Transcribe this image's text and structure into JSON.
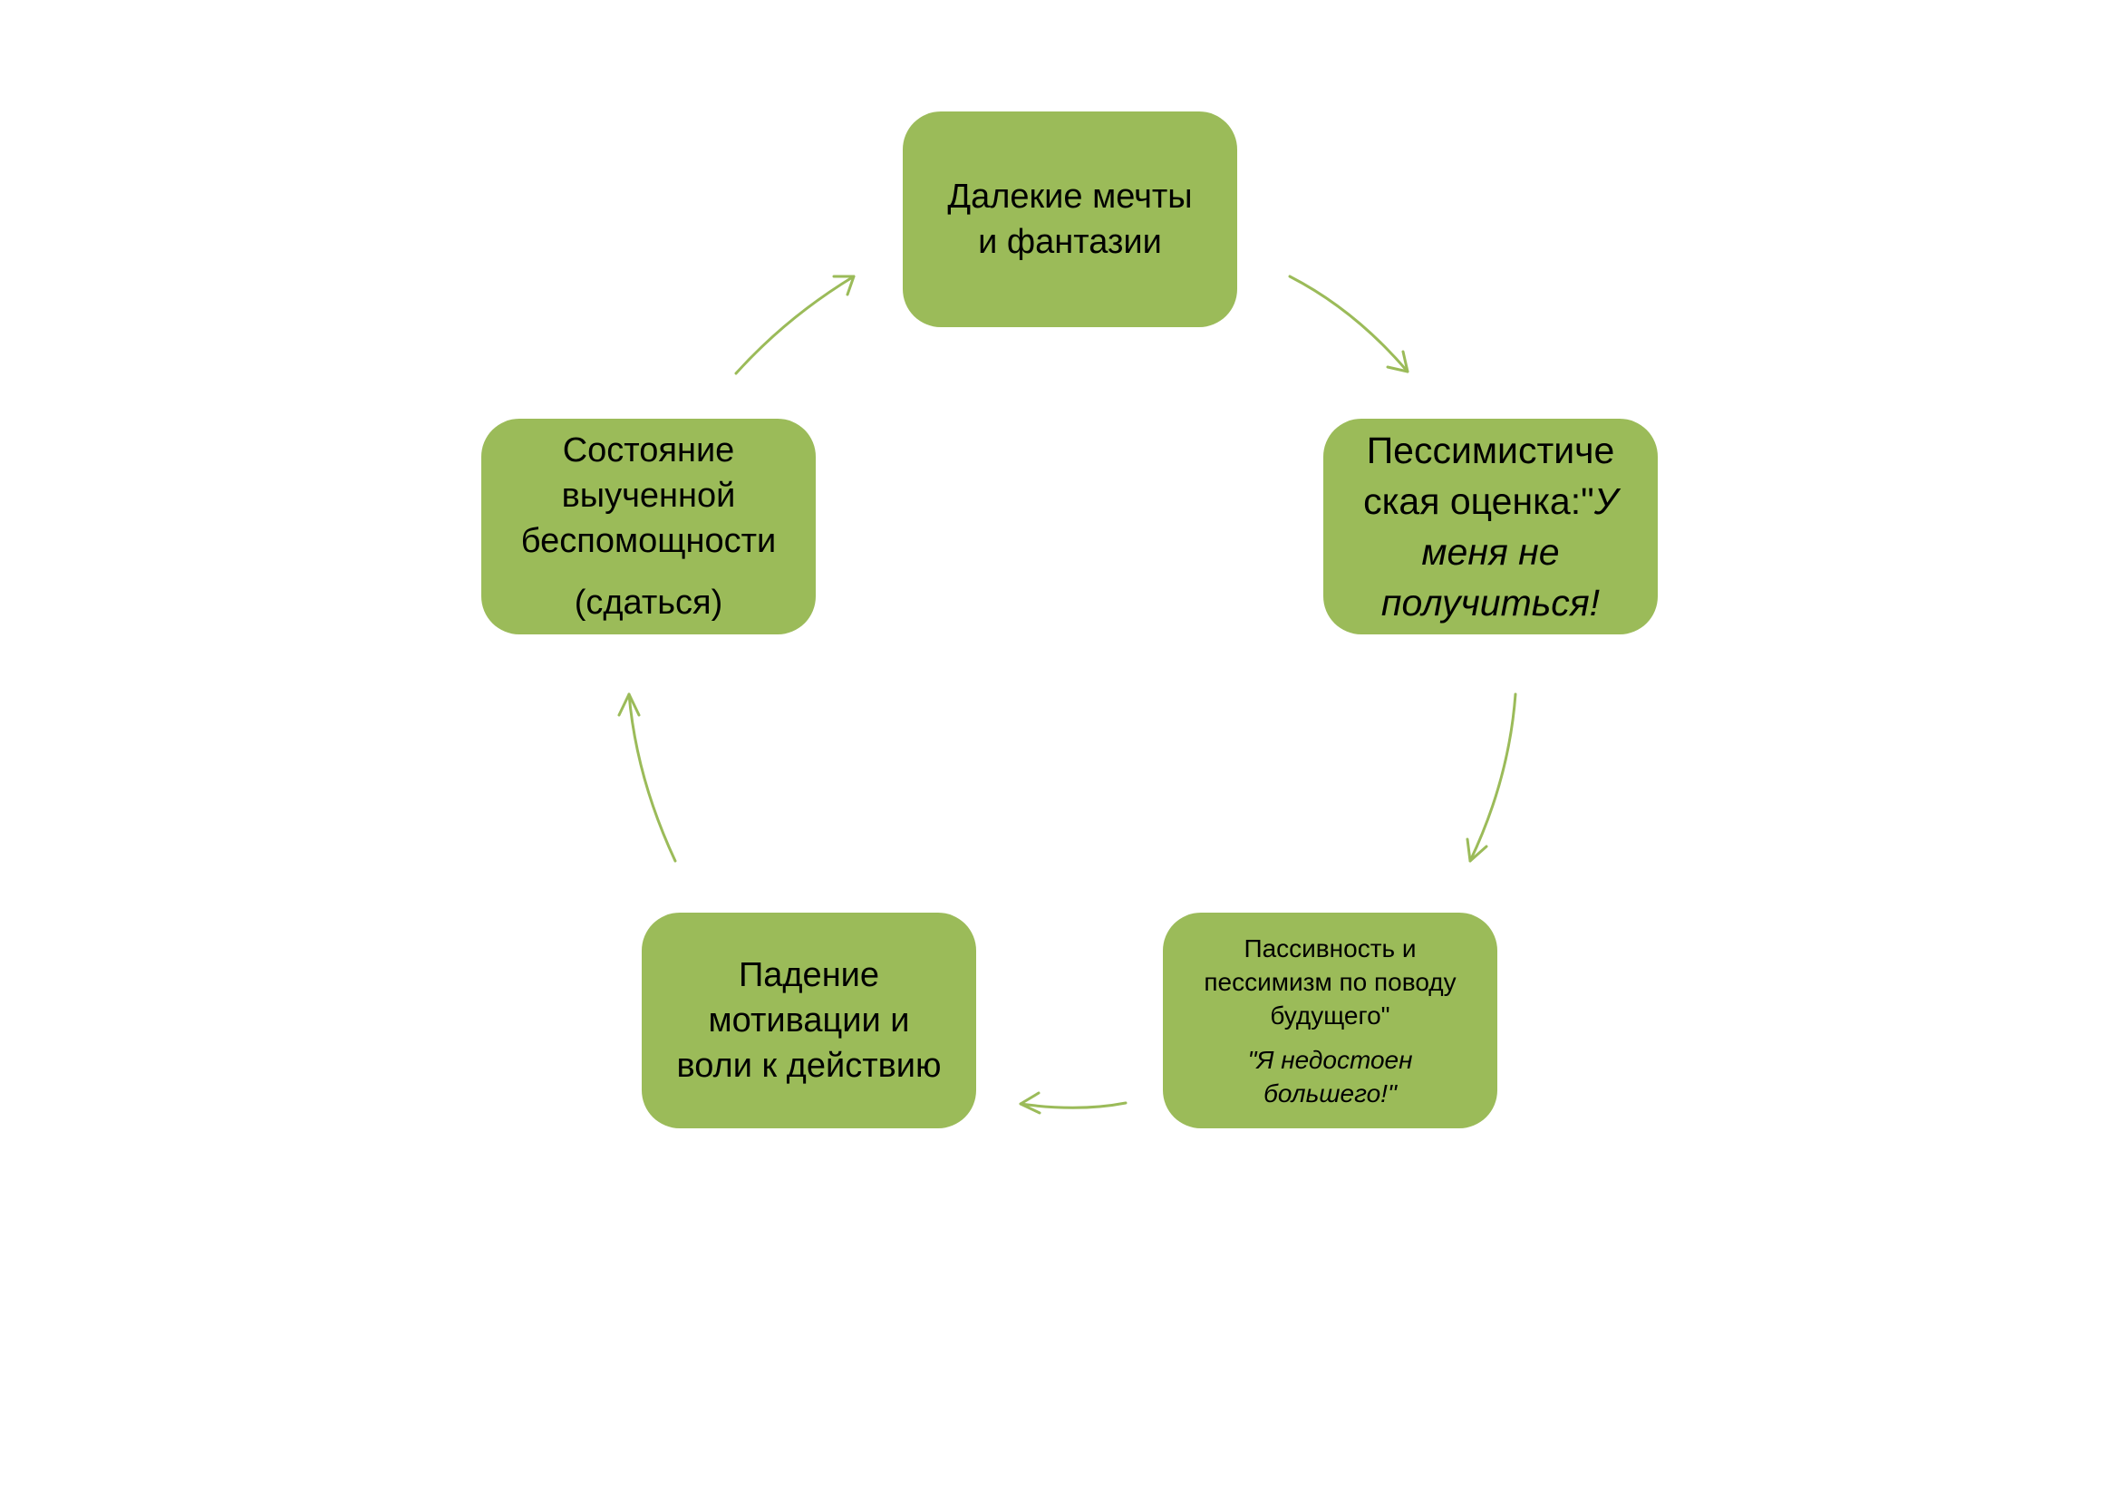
{
  "accent_color": "#9bbb59",
  "arrow_color": "#9bbb59",
  "nodes": {
    "dreams": {
      "text": "Далекие  мечты\nи фантазии"
    },
    "pessimistic": {
      "text_start": "Пессимистиче\nская оценка:\"",
      "text_italic": "У\nменя не\nполучиться!"
    },
    "passive": {
      "text": "Пассивность и\nпессимизм по поводу\nбудущего\"",
      "quote": "\"Я недостоен\nбольшего!\""
    },
    "fall": {
      "text": "Падение\nмотивации и\nволи к действию"
    },
    "helpless": {
      "text": "Состояние\nвыученной\nбеспомощности",
      "sub": "(сдаться)"
    }
  }
}
